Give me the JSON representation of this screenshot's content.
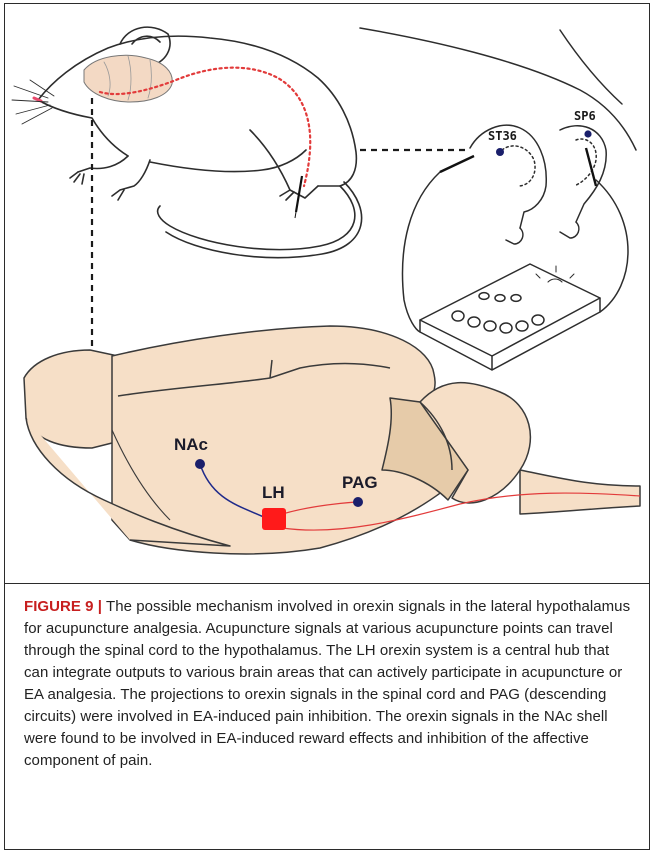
{
  "figure": {
    "labels": {
      "st36": "ST36",
      "sp6": "SP6",
      "nac": "NAc",
      "lh": "LH",
      "pag": "PAG"
    },
    "colors": {
      "brain_fill": "#f6dfc7",
      "brain_shade": "#e6cba9",
      "nac_pathway": "#1f2a8a",
      "lh_marker": "#ff1a1a",
      "orexin_path": "#e23b3b",
      "node_dot": "#1a1f6b"
    }
  },
  "caption": {
    "lead": "FIGURE 9 |",
    "text": " The possible mechanism involved in orexin signals in the lateral hypothalamus for acupuncture analgesia. Acupuncture signals at various acupuncture points can travel through the spinal cord to the hypothalamus. The LH orexin system is a central hub that can integrate outputs to various brain areas that can actively participate in acupuncture or EA analgesia. The projections to orexin signals in the spinal cord and PAG (descending circuits) were involved in EA-induced pain inhibition. The orexin signals in the NAc shell were found to be involved in EA-induced reward effects and inhibition of the affective component of pain."
  }
}
